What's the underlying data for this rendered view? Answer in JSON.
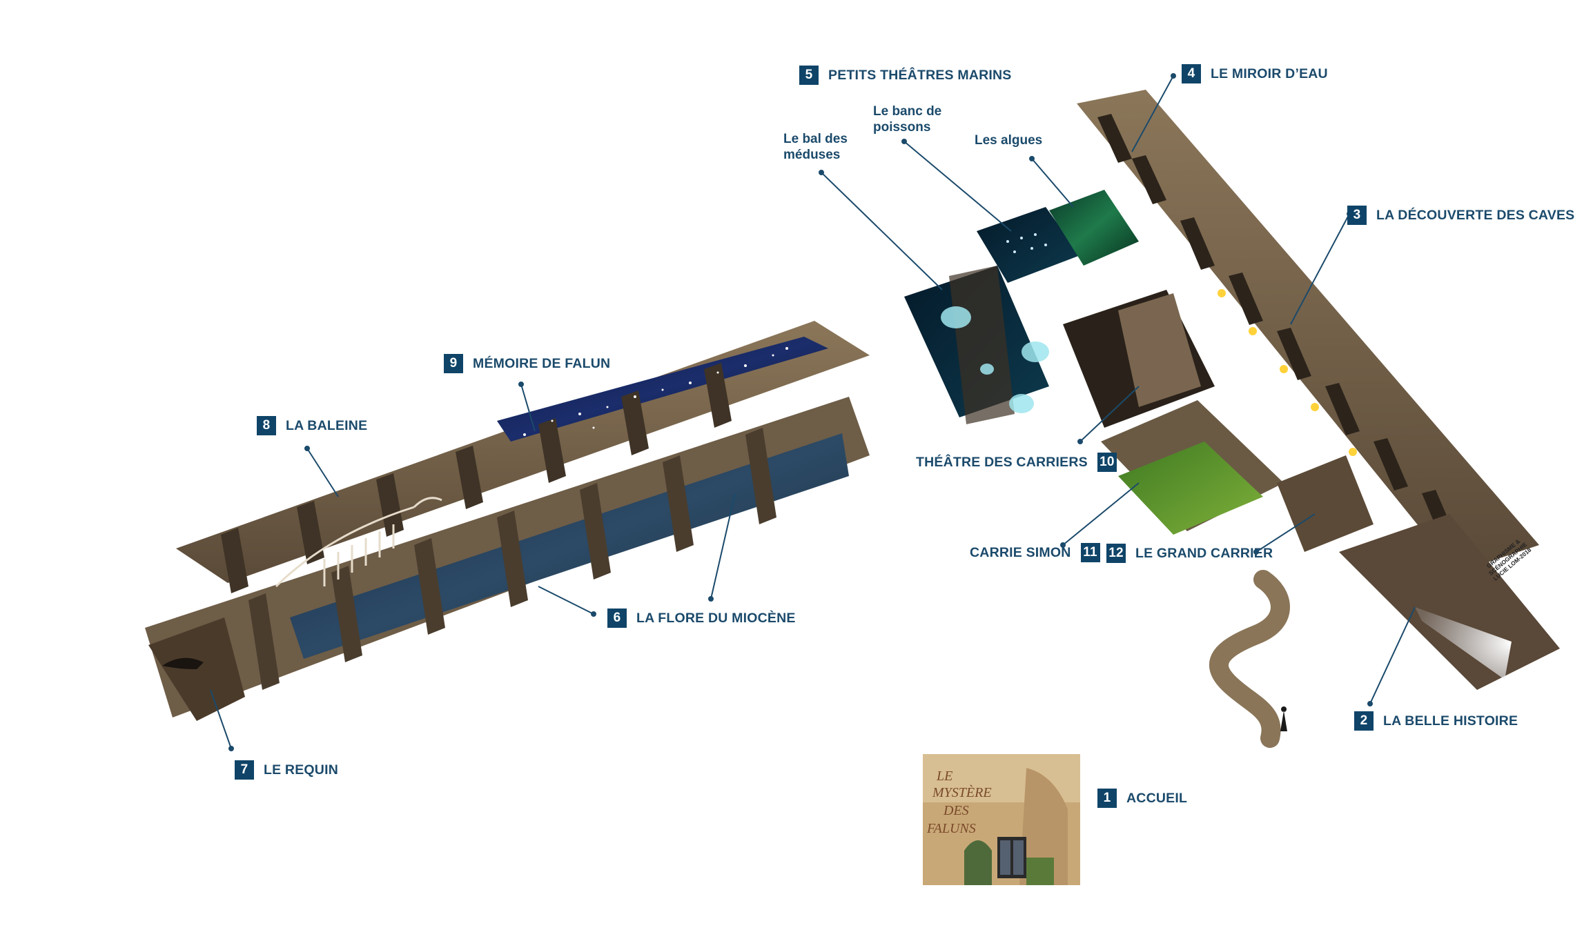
{
  "stations": [
    {
      "id": "1",
      "name": "ACCUEIL"
    },
    {
      "id": "2",
      "name": "LA BELLE HISTOIRE"
    },
    {
      "id": "3",
      "name": "LA DÉCOUVERTE DES CAVES"
    },
    {
      "id": "4",
      "name": "LE MIROIR D’EAU"
    },
    {
      "id": "5",
      "name": "PETITS THÉÂTRES MARINS"
    },
    {
      "id": "6",
      "name": "LA FLORE DU MIOCÈNE"
    },
    {
      "id": "7",
      "name": "LE REQUIN"
    },
    {
      "id": "8",
      "name": "LA BALEINE"
    },
    {
      "id": "9",
      "name": "MÉMOIRE DE FALUN"
    },
    {
      "id": "10",
      "name": "THÉÂTRE DES CARRIERS"
    },
    {
      "id": "11",
      "name": "CARRIE SIMON"
    },
    {
      "id": "12",
      "name": "LE GRAND CARRIER"
    }
  ],
  "sub_labels": {
    "bal": {
      "line1": "Le bal des",
      "line2": "méduses"
    },
    "banc": {
      "line1": "Le banc de",
      "line2": "poissons"
    },
    "algues": {
      "line1": "Les algues"
    }
  },
  "credit": {
    "line1": "GRAPHISME &",
    "line2": "SCÉNOGRAPHIE",
    "line3": "LUCIE LOM-2018"
  },
  "accueil_sign": {
    "line1": "LE",
    "line2": "MYSTÈRE",
    "line3": "DES",
    "line4": "FALUNS"
  },
  "colors": {
    "label_text": "#1b4a6b",
    "badge_bg": "#0f4468",
    "stone": "#7d6a52",
    "stone_dark": "#4c3f30"
  }
}
